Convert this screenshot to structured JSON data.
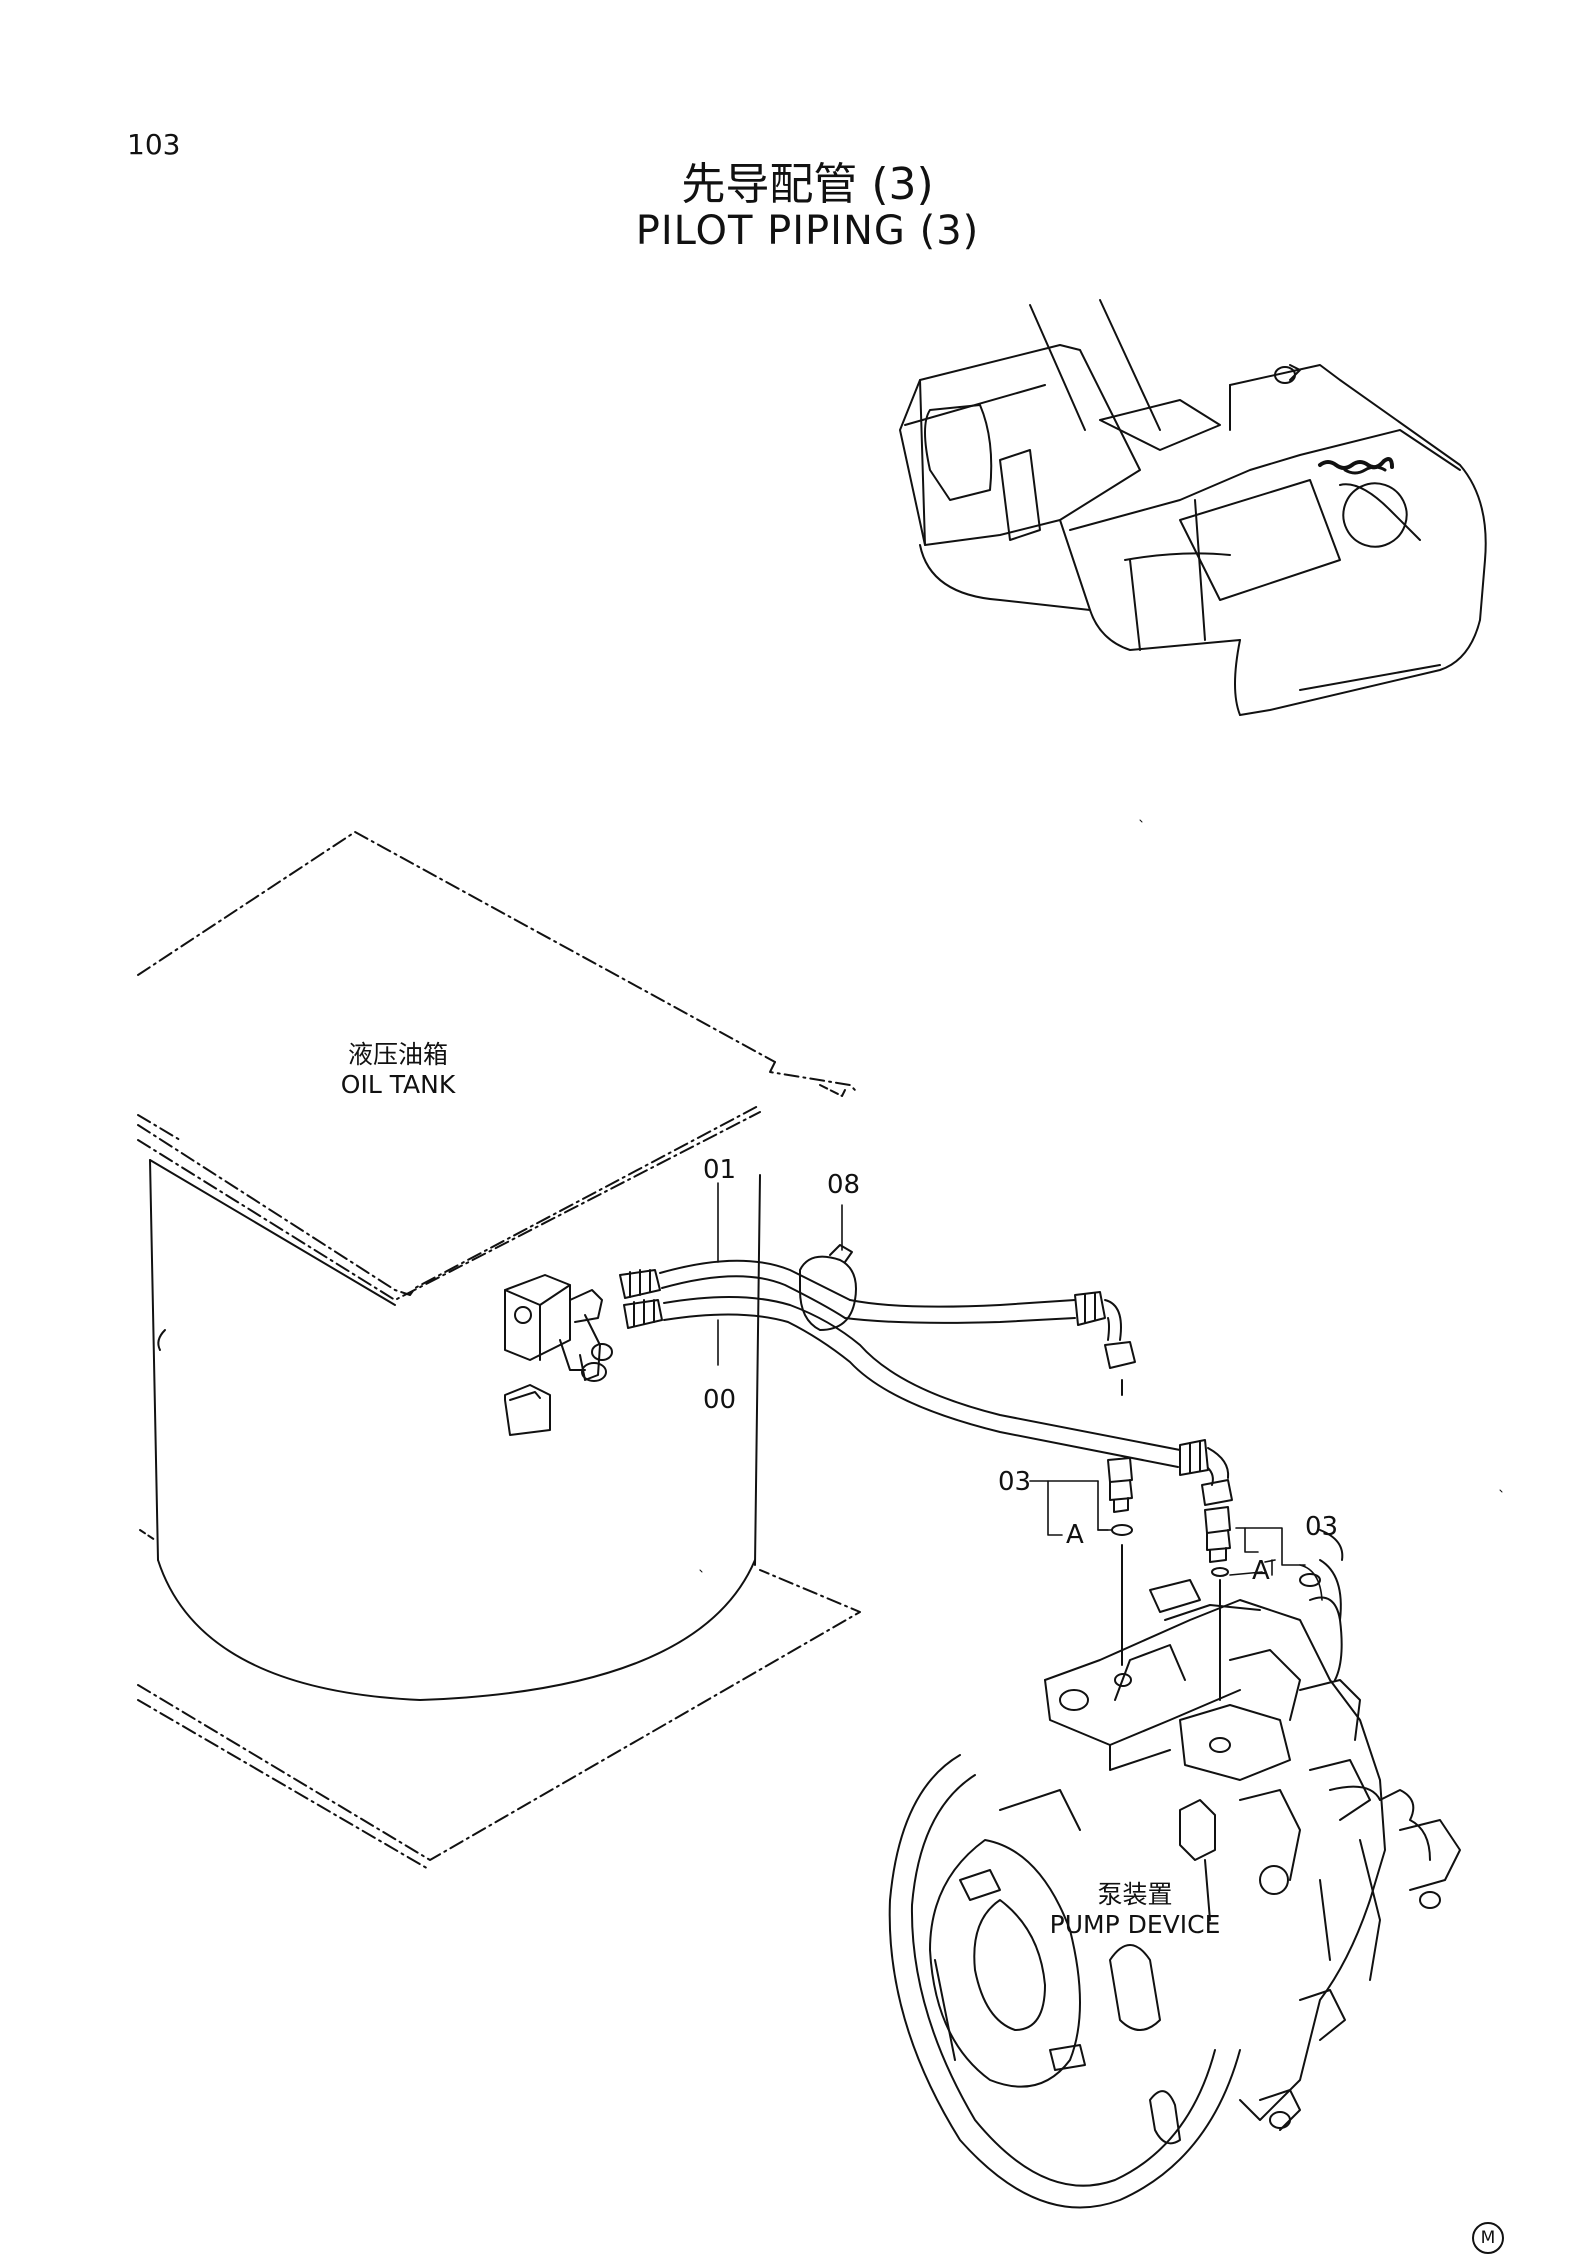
{
  "page": {
    "number": "103"
  },
  "title": {
    "chinese": "先导配管 (3)",
    "english": "PILOT PIPING (3)"
  },
  "labels": {
    "oil_tank_cn": "液压油箱",
    "oil_tank_en": "OIL TANK",
    "pump_device_cn": "泵装置",
    "pump_device_en": "PUMP DEVICE"
  },
  "parts": {
    "p01": "01",
    "p00": "00",
    "p08": "08",
    "p03_left": "03",
    "p03_right": "03",
    "view_a_left": "A",
    "view_a_right": "A"
  },
  "footer": {
    "mark": "M"
  }
}
